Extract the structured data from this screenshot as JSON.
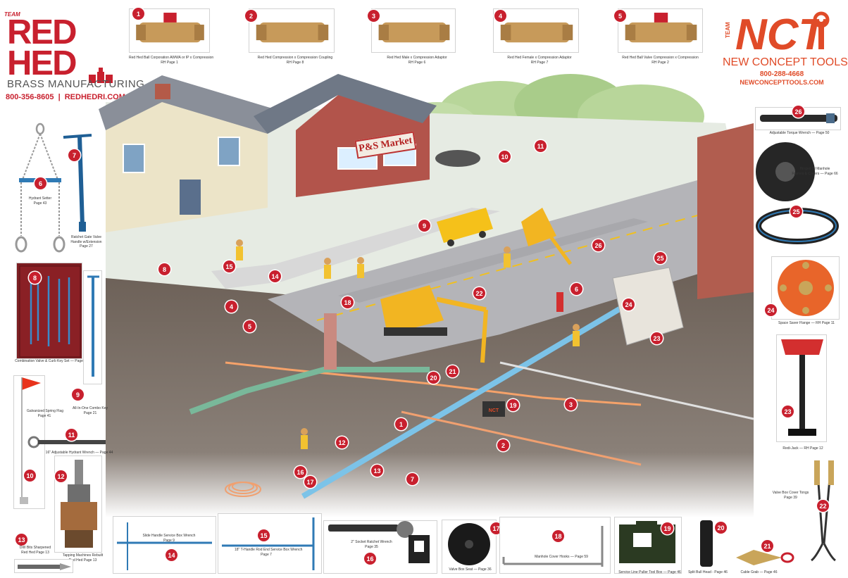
{
  "brand_left": {
    "team": "TEAM",
    "line1": "RED",
    "line2": "HED",
    "subtitle": "BRASS MANUFACTURING",
    "phone": "800-356-8605",
    "separator": "|",
    "website": "REDHEDRI.COM",
    "color": "#c8202e"
  },
  "brand_right": {
    "team": "TEAM",
    "name": "NCT",
    "subtitle": "NEW CONCEPT TOOLS",
    "phone": "800-288-4668",
    "website": "NEWCONCEPTTOOLS.COM",
    "color": "#e04b28"
  },
  "scene": {
    "store_sign": "P&S Market",
    "toolbox_label": "NCT"
  },
  "top_products": [
    {
      "num": "1",
      "caption": "Red Hed Ball Corporation AWWA or IP x Compression\nRH Page 1",
      "icon": "ball-corp-valve-icon"
    },
    {
      "num": "2",
      "caption": "Red Hed Compression x Compression Coupling\nRH Page 8",
      "icon": "compression-coupling-icon"
    },
    {
      "num": "3",
      "caption": "Red Hed Male x Compression Adaptor\nRH Page 6",
      "icon": "male-adaptor-icon"
    },
    {
      "num": "4",
      "caption": "Red Hed Female x Compression Adaptor\nRH Page 7",
      "icon": "female-adaptor-icon"
    },
    {
      "num": "5",
      "caption": "Red Hed Ball Valve Compression x Compression\nRH Page 2",
      "icon": "ball-valve-icon"
    }
  ],
  "left_tools": {
    "hydrant_setter": {
      "num": "6",
      "caption": "Hydrant Setter\nPage 43",
      "icon": "hydrant-setter-icon"
    },
    "ratchet_gate_valve": {
      "num": "7",
      "caption": "Ratchet Gate Valve\nHandle w/Extension\nPage 27",
      "icon": "ratchet-handle-icon"
    },
    "combo_key_set": {
      "num": "8",
      "caption": "Combination Valve & Curb Key Set — Page 20",
      "icon": "key-set-icon"
    },
    "all_in_one_key": {
      "num": "9",
      "caption": "All-In-One Combo Key\nPage 21",
      "icon": "combo-key-icon"
    },
    "spring_flag": {
      "num": "10",
      "caption": "Galvanized Spring Flag\nPage 41",
      "icon": "spring-flag-icon"
    },
    "hydrant_wrench": {
      "num": "11",
      "caption": "16\" Adjustable Hydrant Wrench — Page 44",
      "icon": "hydrant-wrench-icon"
    },
    "tapping_machines": {
      "num": "12",
      "caption": "Tapping Machines Rebuilt\nRed Hed Page 13",
      "icon": "tapping-machine-icon"
    },
    "drill_bits": {
      "num": "13",
      "caption": "Drill Bits Sharpened\nRed Hed Page 13",
      "icon": "drill-bit-icon"
    }
  },
  "bottom_tools": {
    "slide_handle_wrench": {
      "num": "14",
      "caption": "Slide Handle Service Box Wrench\nPage 9",
      "icon": "slide-wrench-icon"
    },
    "t_handle_wrench": {
      "num": "15",
      "caption": "18\" T-Handle Rod End Service Box Wrench\nPage 7",
      "icon": "t-handle-icon"
    },
    "ratchet_wrench": {
      "num": "16",
      "caption": "2\" Socket Ratchet Wrench\nPage 35",
      "icon": "ratchet-wrench-icon"
    },
    "valve_box_seat": {
      "num": "17",
      "caption": "Valve Box Seat — Page 36",
      "icon": "valve-box-seat-icon"
    },
    "manhole_hooks": {
      "num": "18",
      "caption": "Manhole Cover Hooks — Page 59",
      "icon": "manhole-hook-icon"
    },
    "tool_box": {
      "num": "19",
      "caption": "Service Line Puller Tool Box — Page 46",
      "icon": "toolbox-icon"
    },
    "split_bull_head": {
      "num": "20",
      "caption": "Split Bull Head - Page 46",
      "icon": "bull-head-icon"
    },
    "cable_grab": {
      "num": "21",
      "caption": "Cable Grab — Page 46",
      "icon": "cable-grab-icon"
    }
  },
  "right_tools": {
    "torque_wrench": {
      "num": "26",
      "caption": "Adjustable Torque Wrench — Page 50",
      "icon": "torque-wrench-icon"
    },
    "manhole_frames": {
      "num": "25",
      "caption": "Hinged DI Manhole\nFrames & Covers — Page 66",
      "icon": "manhole-frame-icon"
    },
    "space_saver_flange": {
      "num": "24",
      "caption": "Space Saver Flange — RH Page 11",
      "icon": "flange-icon"
    },
    "redi_jack": {
      "num": "23",
      "caption": "Redi-Jack — RH Page 12",
      "icon": "redi-jack-icon"
    },
    "valve_box_tongs": {
      "num": "22",
      "caption": "Valve Box Cover Tongs\nPage 39",
      "icon": "tongs-icon"
    }
  },
  "scene_markers": [
    "1",
    "2",
    "3",
    "4",
    "5",
    "6",
    "7",
    "8",
    "9",
    "10",
    "11",
    "12",
    "13",
    "14",
    "15",
    "16",
    "17",
    "18",
    "19",
    "20",
    "21",
    "22",
    "23",
    "24",
    "25",
    "26"
  ],
  "colors": {
    "accent_red": "#c8202e",
    "pipe_blue": "#7cc3e8",
    "ground": "#6e6258",
    "road": "#b0b0b4"
  }
}
